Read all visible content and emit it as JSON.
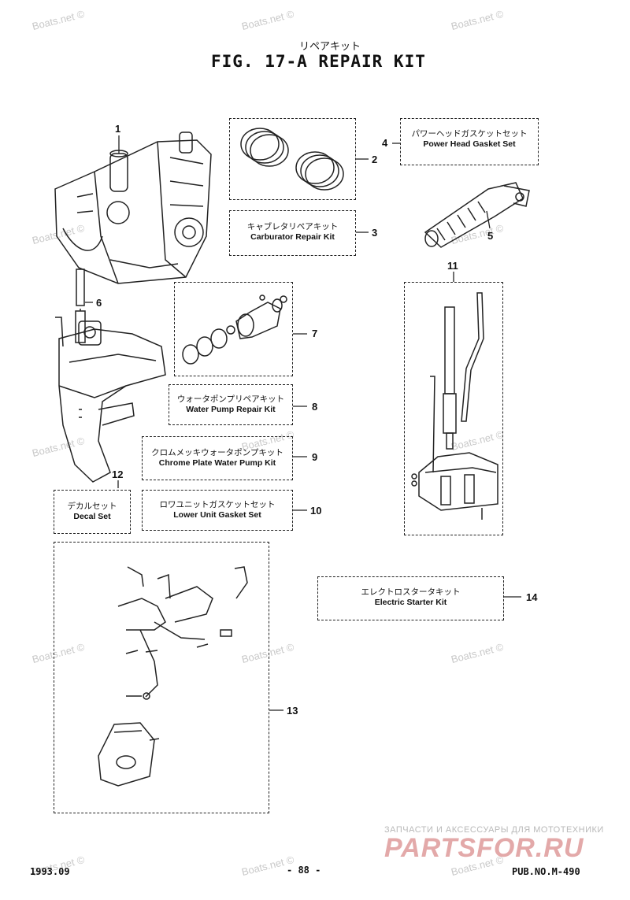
{
  "header": {
    "title_jp": "リペアキット",
    "title": "FIG. 17-A   REPAIR KIT"
  },
  "watermark": "Boats.net ©",
  "items": [
    {
      "num": "1"
    },
    {
      "num": "2"
    },
    {
      "num": "3",
      "jp": "キャブレタリペアキット",
      "en": "Carburator Repair Kit"
    },
    {
      "num": "4",
      "jp": "パワーヘッドガスケットセット",
      "en": "Power Head Gasket Set"
    },
    {
      "num": "5"
    },
    {
      "num": "6"
    },
    {
      "num": "7"
    },
    {
      "num": "8",
      "jp": "ウォータポンプリペアキット",
      "en": "Water Pump Repair Kit"
    },
    {
      "num": "9",
      "jp": "クロムメッキウォータポンプキット",
      "en": "Chrome Plate Water Pump Kit"
    },
    {
      "num": "10",
      "jp": "ロワユニットガスケットセット",
      "en": "Lower Unit Gasket Set"
    },
    {
      "num": "11"
    },
    {
      "num": "12",
      "jp": "デカルセット",
      "en": "Decal Set"
    },
    {
      "num": "13"
    },
    {
      "num": "14",
      "jp": "エレクトロスタータキット",
      "en": "Electric Starter Kit"
    }
  ],
  "footer": {
    "date": "1993.09",
    "page": "- 88 -",
    "pub": "PUB.NO.M-490"
  },
  "brand": {
    "subtitle": "ЗАПЧАСТИ И АКСЕССУАРЫ ДЛЯ МОТОТЕХНИКИ",
    "name": "PARTSFOR.RU"
  }
}
